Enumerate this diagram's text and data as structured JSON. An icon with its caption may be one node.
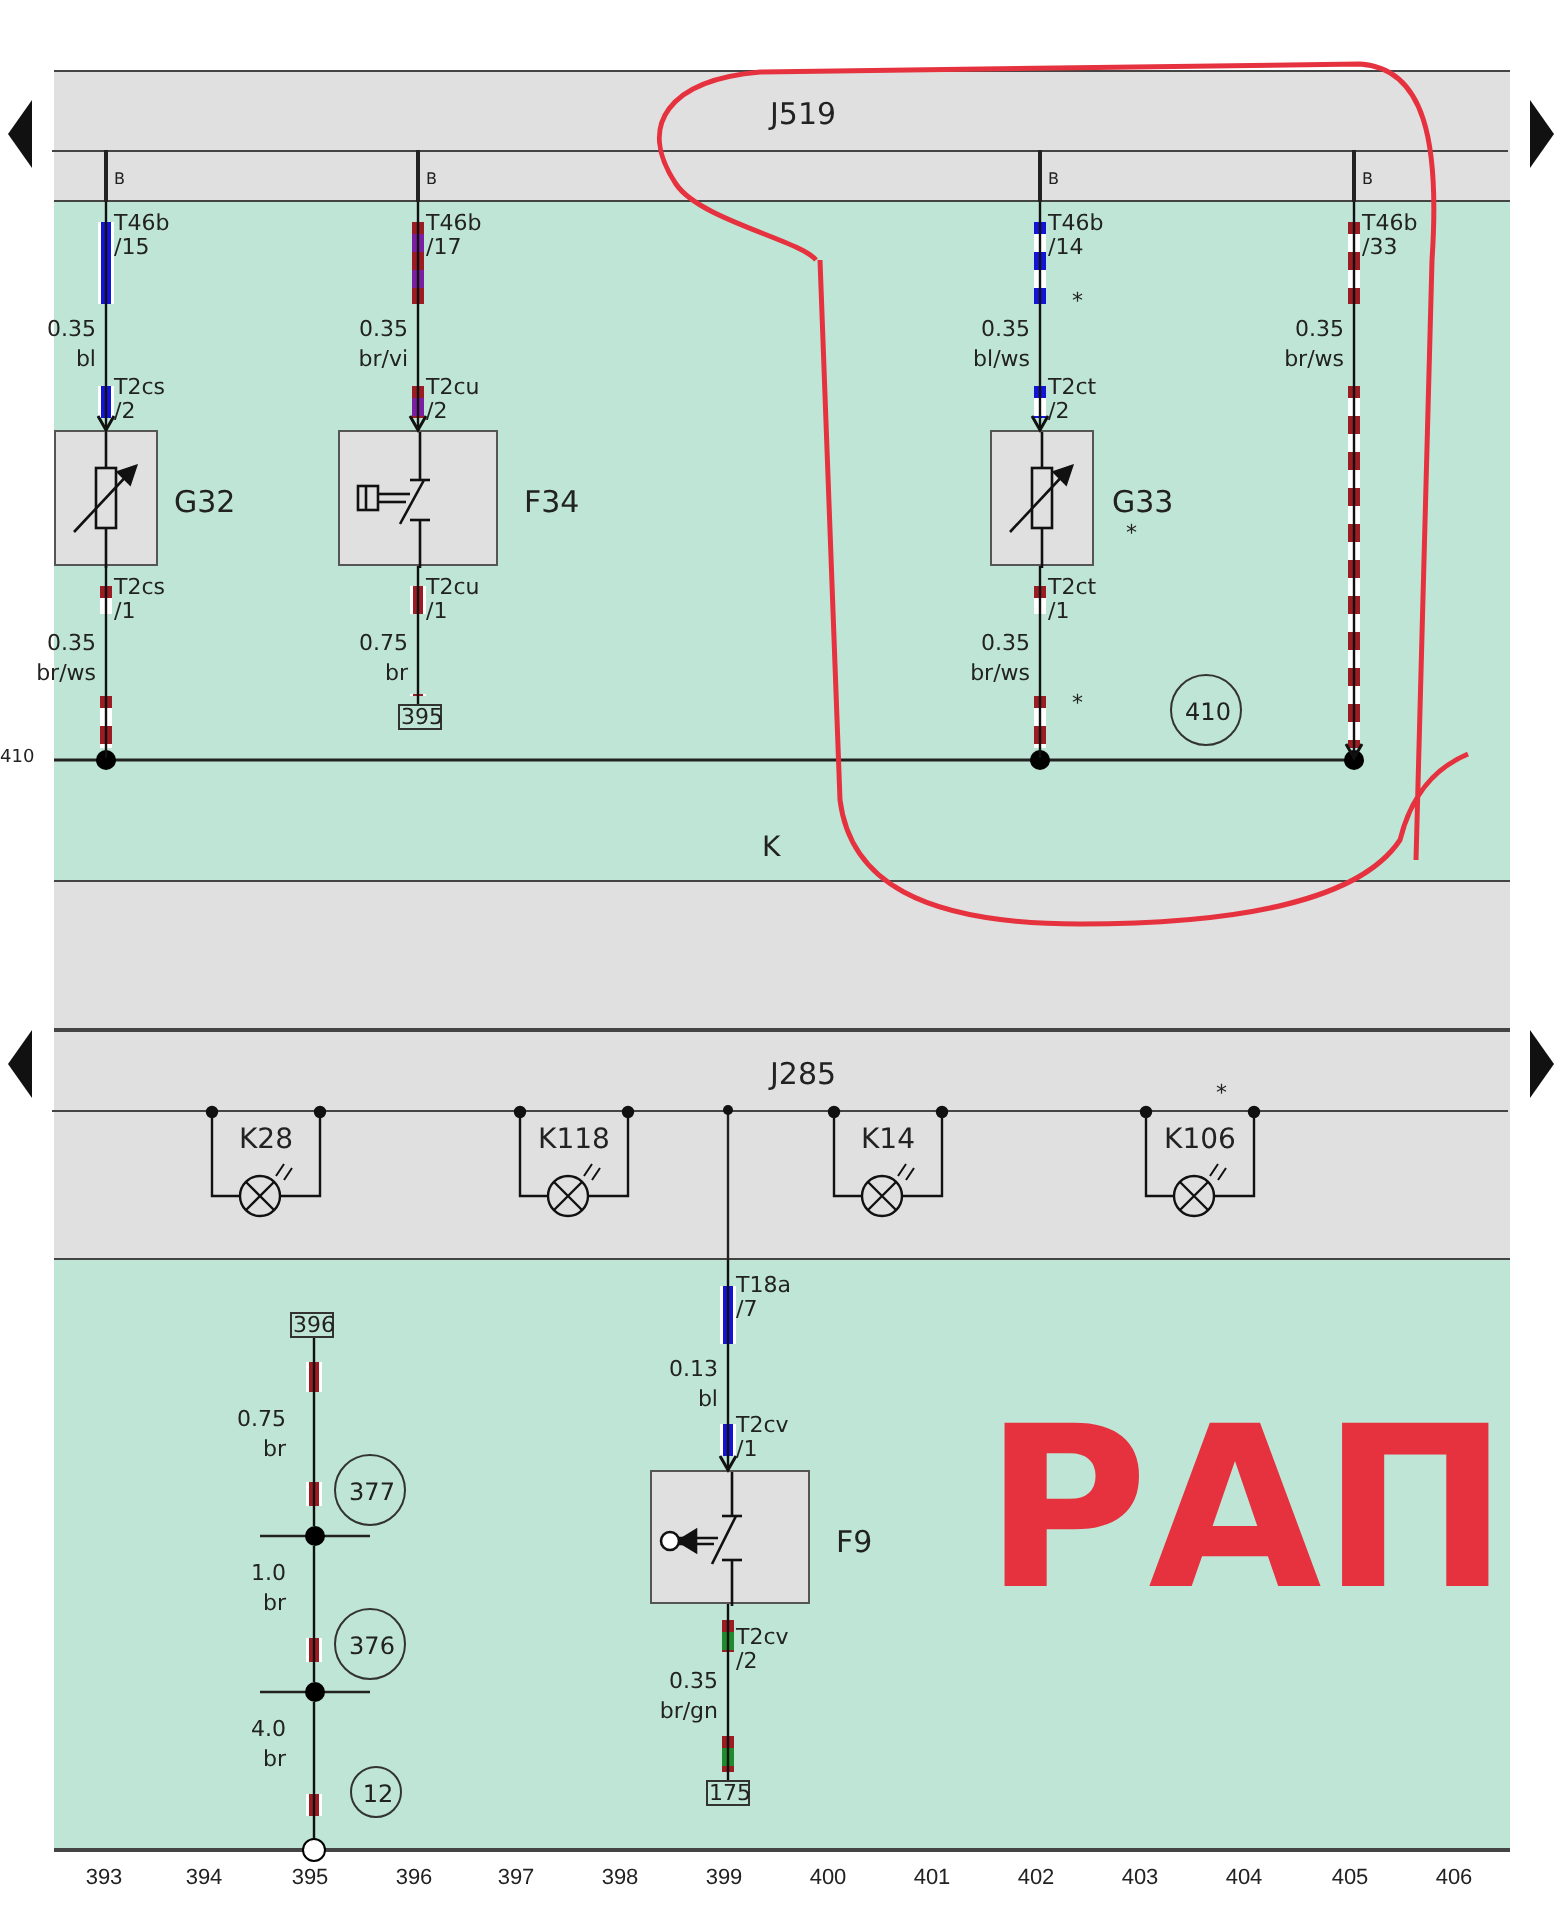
{
  "diagram": {
    "nodes": [
      {
        "text": [
          "J519"
        ]
      },
      {
        "text": [
          "G32"
        ]
      },
      {
        "text": [
          "F34"
        ]
      },
      {
        "text": [
          "G33"
        ],
        "beside": [
          "*"
        ]
      },
      {
        "text": [
          "395"
        ]
      },
      {
        "text": [],
        "shape": "bar",
        "beside": [
          "410"
        ]
      },
      {
        "text": [
          "410"
        ]
      },
      {
        "text": [
          "J285"
        ]
      },
      {
        "text": [
          "K28"
        ],
        "in": 7
      },
      {
        "text": [
          "K118"
        ],
        "in": 7
      },
      {
        "text": [
          "K14"
        ],
        "in": 7
      },
      {
        "text": [
          "K106"
        ],
        "in": 7,
        "beside": [
          "*"
        ]
      },
      {
        "text": [
          "F9"
        ]
      },
      {
        "text": [
          "396"
        ]
      },
      {
        "text": [
          "377"
        ]
      },
      {
        "text": [],
        "shape": "circle"
      },
      {
        "text": [
          "376"
        ]
      },
      {
        "text": [],
        "shape": "circle"
      },
      {
        "text": [
          "12"
        ]
      },
      {
        "text": [],
        "shape": "circle"
      },
      {
        "text": [
          "175"
        ]
      }
    ],
    "edges": [
      {
        "from": 0,
        "to": 1,
        "arrow": "to"
      },
      {
        "from": 1,
        "to": 5,
        "arrow": "none"
      },
      {
        "from": 0,
        "to": 2,
        "arrow": "to"
      },
      {
        "from": 2,
        "to": 4,
        "arrow": "none"
      },
      {
        "from": 0,
        "to": 3,
        "arrow": "to"
      },
      {
        "from": 3,
        "to": 5,
        "arrow": "none"
      },
      {
        "from": 0,
        "to": 5,
        "arrow": "to"
      },
      {
        "from": 7,
        "to": 12,
        "arrow": "to"
      },
      {
        "from": 12,
        "to": 20,
        "arrow": "none"
      },
      {
        "from": 13,
        "to": 15,
        "arrow": "none"
      },
      {
        "from": 15,
        "to": 17,
        "arrow": "none"
      },
      {
        "from": 17,
        "to": 19,
        "arrow": "none"
      }
    ],
    "labels": [
      "B",
      "T46b /15",
      "0.35 bl",
      "T2cs /2",
      "T2cs /1",
      "0.35 br/ws",
      "B",
      "T46b /17",
      "0.35 br/vi",
      "T2cu /2",
      "T2cu /1",
      "0.75 br",
      "B",
      "T46b /14",
      "*",
      "0.35 bl/ws",
      "T2ct /2",
      "T2ct /1",
      "0.35 br/ws",
      "*",
      "B",
      "T46b /33",
      "0.35 br/ws",
      "K",
      "T18a /7",
      "0.13 bl",
      "0.75 br",
      "T2cv /1",
      "1.0 br",
      "T2cv /2",
      "0.35 br/gn",
      "4.0 br",
      "РАП",
      "393",
      "394",
      "395",
      "396",
      "397",
      "398",
      "399",
      "400",
      "401",
      "402",
      "403",
      "404",
      "405",
      "406"
    ]
  }
}
